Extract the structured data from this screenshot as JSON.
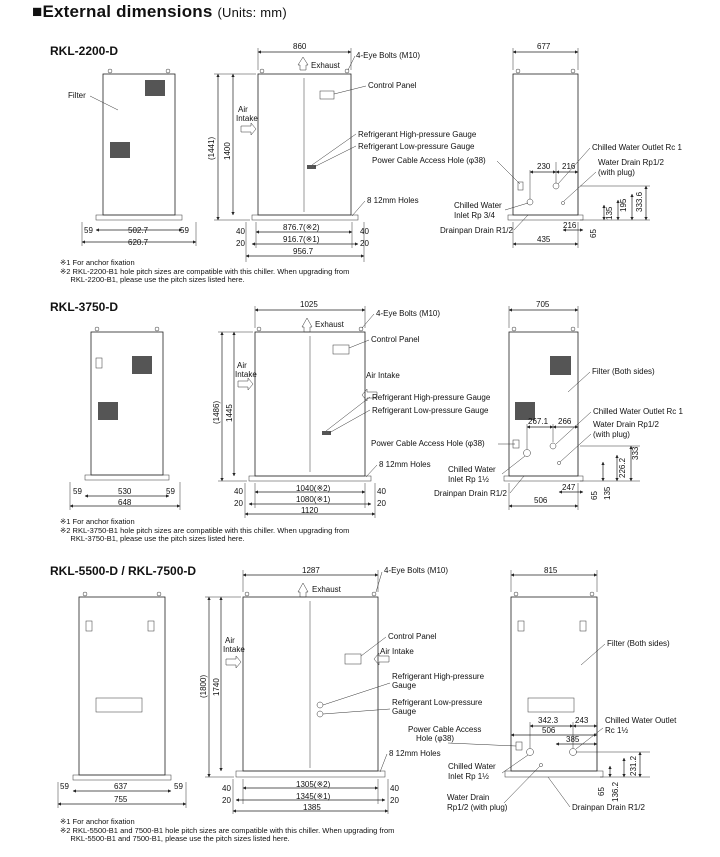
{
  "header": {
    "square": "■",
    "title": "External dimensions",
    "units": "(Units: mm)"
  },
  "sections": [
    {
      "model": "RKL-2200-D",
      "notes": "※1 For anchor fixation\n※2 RKL-2200-B1 hole pitch sizes are compatible with this chiller. When upgrading from\n     RKL-2200-B1, please use the pitch sizes listed here.",
      "labels": {
        "filter": "Filter",
        "eye_bolts": "4-Eye Bolts (M10)",
        "exhaust": "Exhaust",
        "control_panel": "Control Panel",
        "air_intake_1": "Air",
        "air_intake_2": "Intake",
        "gauge_high": "Refrigerant High-pressure Gauge",
        "gauge_low": "Refrigerant Low-pressure Gauge",
        "power_cable": "Power Cable Access Hole (φ38)",
        "holes": "8 12mm Holes",
        "chilled_outlet": "Chilled Water Outlet Rc 1",
        "water_drain_1": "Water Drain Rp1/2",
        "water_drain_2": "(with plug)",
        "chilled_inlet_1": "Chilled Water",
        "chilled_inlet_2": "Inlet Rp 3/4",
        "drainpan": "Drainpan Drain R1/2"
      },
      "dims": {
        "w_front": "860",
        "w_side": "677",
        "h_total": "(1441)",
        "h_body": "1400",
        "left_59a": "59",
        "left_5027": "502.7",
        "left_59b": "59",
        "left_6207": "620.7",
        "f40a": "40",
        "f8767": "876.7(※2)",
        "f40b": "40",
        "f20a": "20",
        "f9167": "916.7(※1)",
        "f20b": "20",
        "f9567": "956.7",
        "s230": "230",
        "s216": "216",
        "s216b": "216",
        "s435": "435",
        "s65": "65",
        "s135": "135",
        "s195": "195",
        "s3336": "333.6"
      }
    },
    {
      "model": "RKL-3750-D",
      "notes": "※1 For anchor fixation\n※2 RKL-3750-B1 hole pitch sizes are compatible with this chiller. When upgrading from\n     RKL-3750-B1, please use the pitch sizes listed here.",
      "labels": {
        "eye_bolts": "4-Eye Bolts (M10)",
        "exhaust": "Exhaust",
        "control_panel": "Control Panel",
        "air_intake_1": "Air",
        "air_intake_2": "Intake",
        "air_intake_side": "Air Intake",
        "filter_both": "Filter (Both sides)",
        "gauge_high": "Refrigerant High-pressure Gauge",
        "gauge_low": "Refrigerant Low-pressure Gauge",
        "power_cable": "Power Cable Access Hole (φ38)",
        "holes": "8 12mm Holes",
        "chilled_outlet": "Chilled Water Outlet Rc 1",
        "water_drain_1": "Water Drain Rp1/2",
        "water_drain_2": "(with plug)",
        "chilled_inlet_1": "Chilled Water",
        "chilled_inlet_2": "Inlet Rp 1½",
        "drainpan": "Drainpan Drain R1/2"
      },
      "dims": {
        "w_front": "1025",
        "w_side": "705",
        "h_total": "(1486)",
        "h_body": "1445",
        "left_59a": "59",
        "left_530": "530",
        "left_59b": "59",
        "left_648": "648",
        "f40a": "40",
        "f1040": "1040(※2)",
        "f40b": "40",
        "f20a": "20",
        "f1080": "1080(※1)",
        "f20b": "20",
        "f1120": "1120",
        "s2671": "267.1",
        "s266": "266",
        "s247": "247",
        "s506": "506",
        "s65": "65",
        "s135": "135",
        "s2262": "226.2",
        "s333": "333"
      }
    },
    {
      "model": "RKL-5500-D / RKL-7500-D",
      "notes": "※1 For anchor fixation\n※2 RKL-5500-B1 and 7500-B1 hole pitch sizes are compatible with this chiller. When upgrading from\n     RKL-5500-B1 and 7500-B1, please use the pitch sizes listed here.",
      "labels": {
        "eye_bolts": "4-Eye Bolts (M10)",
        "exhaust": "Exhaust",
        "control_panel": "Control Panel",
        "air_intake_1": "Air",
        "air_intake_2": "Intake",
        "air_intake_side": "Air Intake",
        "filter_both": "Filter (Both sides)",
        "gauge_high_1": "Refrigerant High-pressure",
        "gauge_high_2": "Gauge",
        "gauge_low_1": "Refrigerant Low-pressure",
        "gauge_low_2": "Gauge",
        "power_cable_1": "Power Cable Access",
        "power_cable_2": "Hole (φ38)",
        "holes": "8 12mm Holes",
        "chilled_outlet_1": "Chilled Water Outlet",
        "chilled_outlet_2": "Rc 1½",
        "chilled_inlet_1": "Chilled Water",
        "chilled_inlet_2": "Inlet Rp 1½",
        "water_drain_1": "Water Drain",
        "water_drain_2": "Rp1/2 (with plug)",
        "drainpan": "Drainpan Drain R1/2"
      },
      "dims": {
        "w_front": "1287",
        "w_side": "815",
        "h_total": "(1800)",
        "h_body": "1740",
        "left_59a": "59",
        "left_637": "637",
        "left_59b": "59",
        "left_755": "755",
        "f40a": "40",
        "f1305": "1305(※2)",
        "f40b": "40",
        "f20a": "20",
        "f1345": "1345(※1)",
        "f20b": "20",
        "f1385": "1385",
        "s3423": "342.3",
        "s243": "243",
        "s506": "506",
        "s385": "385",
        "s65": "65",
        "s1362": "136.2",
        "s2312": "231.2"
      }
    }
  ]
}
